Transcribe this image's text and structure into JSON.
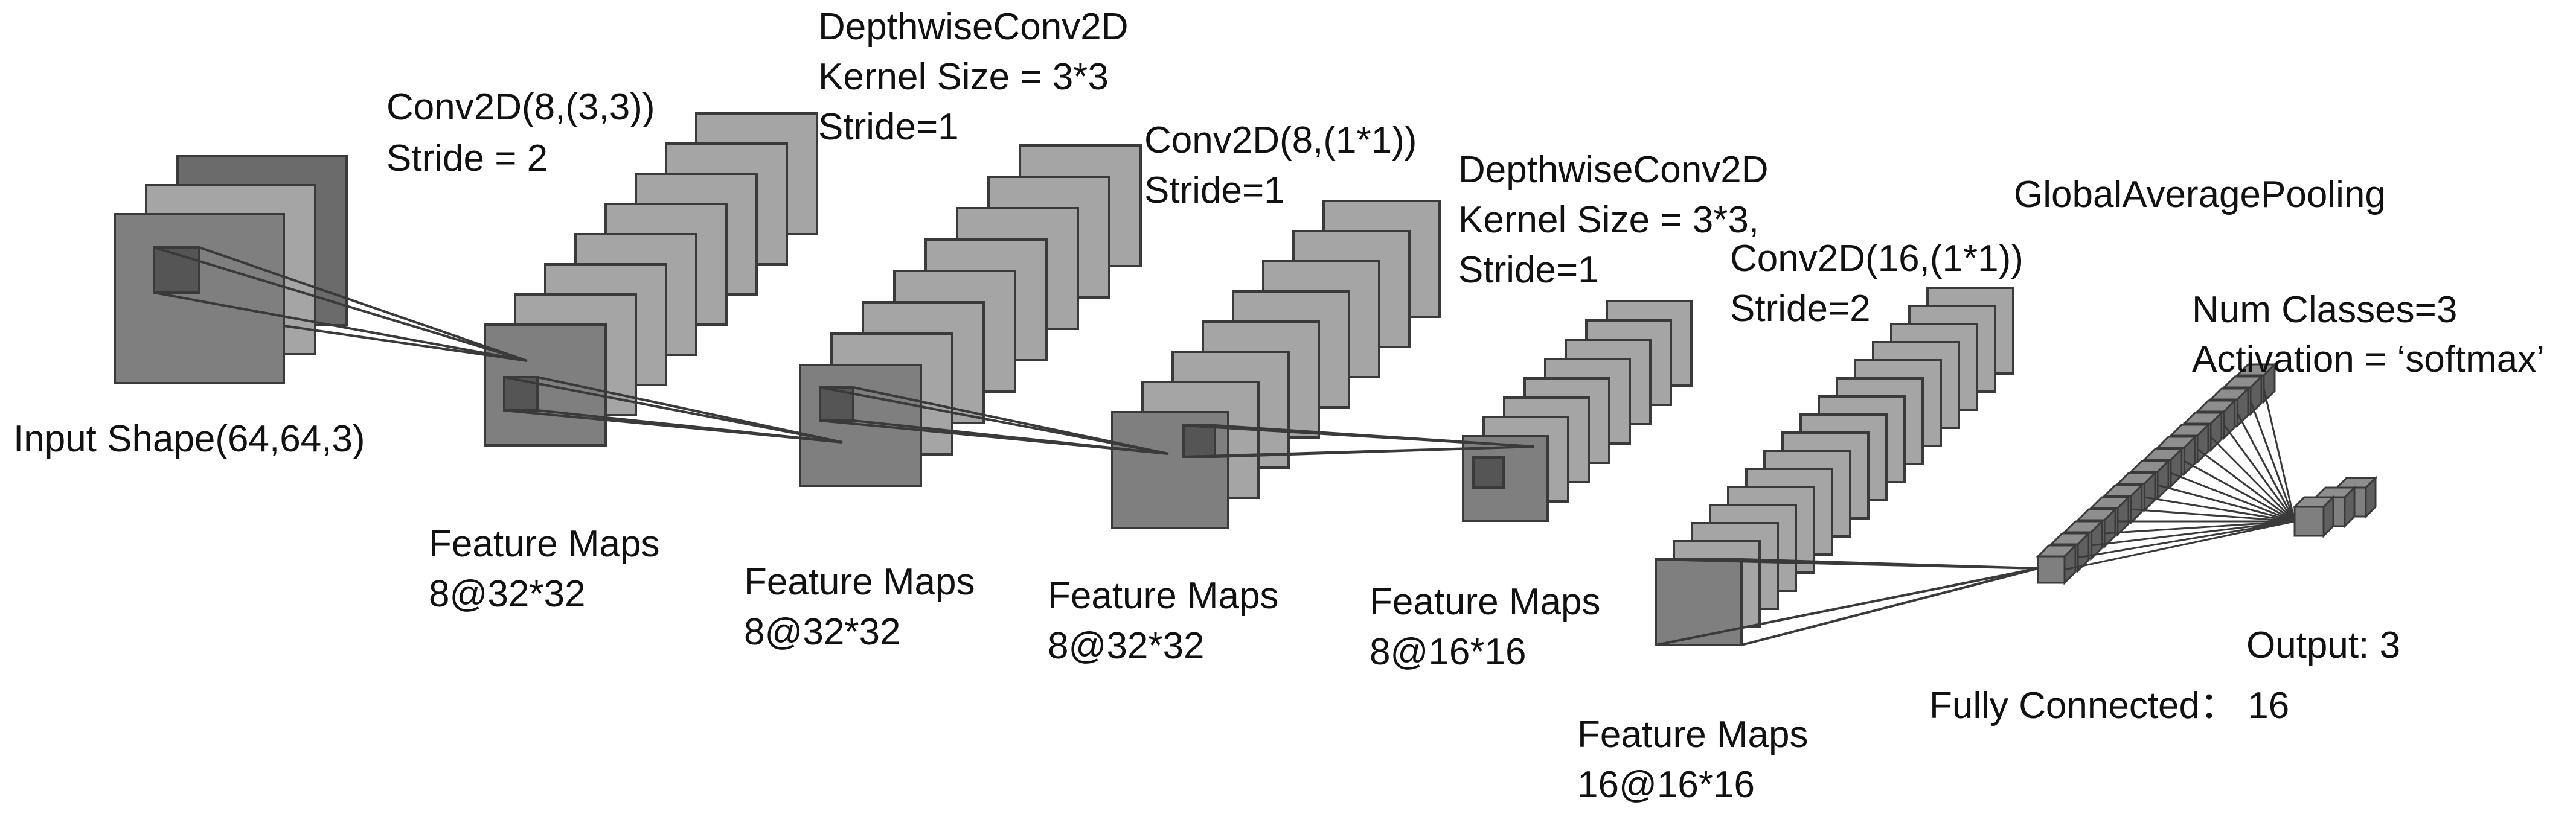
{
  "colors": {
    "stroke": "#3a3a3a",
    "dark": "#6b6b6b",
    "mid": "#7f7f7f",
    "light": "#a5a5a5",
    "kernel": "#555555",
    "cube_top": "#8e8e8e",
    "cube_side": "#5f5f5f"
  },
  "labels": {
    "input_shape": "Input Shape(64,64,3)",
    "conv1_a": "Conv2D(8,(3,3))",
    "conv1_b": "Stride = 2",
    "dw1_a": "DepthwiseConv2D",
    "dw1_b": "Kernel Size = 3*3",
    "dw1_c": "Stride=1",
    "pw1_a": "Conv2D(8,(1*1))",
    "pw1_b": "Stride=1",
    "dw2_a": "DepthwiseConv2D",
    "dw2_b": "Kernel Size = 3*3,",
    "dw2_c": "Stride=1",
    "pw2_a": "Conv2D(16,(1*1))",
    "pw2_b": "Stride=2",
    "gap": "GlobalAveragePooling",
    "fc_a": "Num Classes=3",
    "fc_b": "Activation = ‘softmax’",
    "fm1_a": "Feature Maps",
    "fm1_b": "8@32*32",
    "fm2_a": "Feature Maps",
    "fm2_b": "8@32*32",
    "fm3_a": "Feature Maps",
    "fm3_b": "8@32*32",
    "fm4_a": "Feature Maps",
    "fm4_b": "8@16*16",
    "fm5_a": "Feature Maps",
    "fm5_b": "16@16*16",
    "output": "Output: 3",
    "fully_connected": "Fully Connected： 16"
  },
  "stacks": [
    {
      "name": "input-volume",
      "count": 3
    },
    {
      "name": "feature-maps-1-stack",
      "count": 8
    },
    {
      "name": "feature-maps-2-stack",
      "count": 8
    },
    {
      "name": "feature-maps-3-stack",
      "count": 8
    },
    {
      "name": "feature-maps-4-stack",
      "count": 8
    },
    {
      "name": "feature-maps-5-stack",
      "count": 16
    }
  ],
  "fully_connected_units": 16,
  "output_units": 3
}
